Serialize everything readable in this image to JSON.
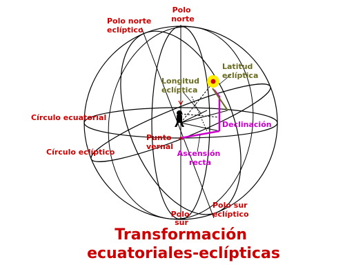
{
  "labels": {
    "polo_norte_ecliptico": [
      "Polo norte",
      "eclíptico"
    ],
    "polo_norte": [
      "Polo",
      "norte"
    ],
    "circulo_ecuatorial": "Círculo ecuatorial",
    "circulo_ecliptico": "Círculo eclíptico",
    "punto_vernal": [
      "Punto",
      "vernal"
    ],
    "longitud_ecliptica": [
      "Longitud",
      "eclíptica"
    ],
    "latitud_ecliptica": [
      "Latitud",
      "eclíptica"
    ],
    "declinacion": "Declinación",
    "ascension_recta": [
      "Ascensión",
      "recta"
    ],
    "polo_sur": [
      "Polo",
      "sur"
    ],
    "polo_sur_ecliptico": [
      "Polo sur",
      "eclíptico"
    ]
  },
  "title": [
    "Transformación",
    "ecuatoriales-eclípticas"
  ],
  "colors": {
    "red_label": "#cc0000",
    "olive_label": "#6b6b1f",
    "magenta_label": "#cc00cc",
    "title": "#cc0000",
    "line": "#000000",
    "star": "#ffee00",
    "star_center": "#cc0000"
  }
}
